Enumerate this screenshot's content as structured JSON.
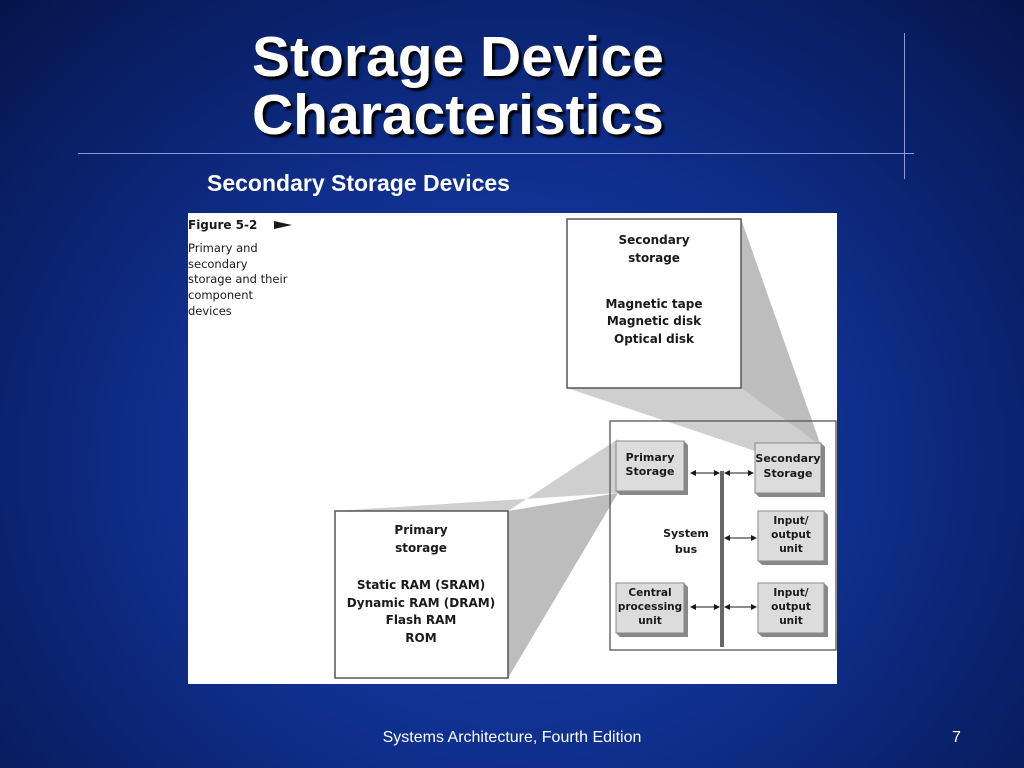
{
  "slide": {
    "title_line1": "Storage Device",
    "title_line2": "Characteristics",
    "subtitle": "Secondary Storage Devices",
    "footer": "Systems Architecture, Fourth Edition",
    "page_number": "7"
  },
  "figure": {
    "label": "Figure 5-2",
    "caption": [
      "Primary and",
      "secondary",
      "storage and their",
      "component",
      "devices"
    ],
    "secondary_detail": {
      "title": [
        "Secondary",
        "storage"
      ],
      "items": [
        "Magnetic tape",
        "Magnetic disk",
        "Optical disk"
      ]
    },
    "primary_detail": {
      "title": [
        "Primary",
        "storage"
      ],
      "items": [
        "Static RAM (SRAM)",
        "Dynamic RAM (DRAM)",
        "Flash RAM",
        "ROM"
      ]
    },
    "components": {
      "primary_storage": [
        "Primary",
        "Storage"
      ],
      "secondary_storage": [
        "Secondary",
        "Storage"
      ],
      "system_bus": [
        "System",
        "bus"
      ],
      "io_unit_1": [
        "Input/",
        "output",
        "unit"
      ],
      "io_unit_2": [
        "Input/",
        "output",
        "unit"
      ],
      "cpu": [
        "Central",
        "processing",
        "unit"
      ]
    }
  },
  "colors": {
    "background": "#10308f",
    "text": "#ffffff",
    "box_fill": "#d9d9d9",
    "funnel_fill": "#c8c8c8"
  }
}
